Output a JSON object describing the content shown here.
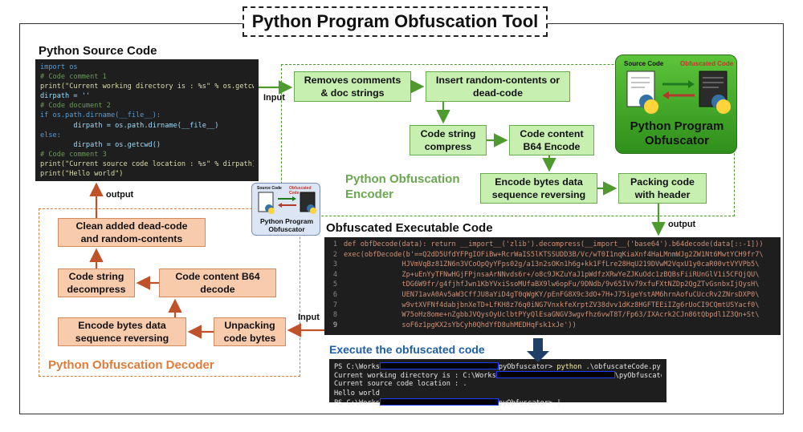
{
  "title": "Python Program Obfuscation Tool",
  "source_heading": "Python Source Code",
  "source_code": [
    "import os",
    "# Code comment 1",
    "print(\"Current working directory is : %s\" % os.getcwd())",
    "dirpath = ''",
    "# Code document 2",
    "if os.path.dirname(__file__):",
    "        dirpath = os.path.dirname(__file__)",
    "else:",
    "        dirpath = os.getcwd()",
    "# Code comment 3",
    "print(\"Current source code location : %s\" % dirpath)",
    "print(\"Hello world\")"
  ],
  "labels": {
    "input_top": "Input",
    "output_left": "output",
    "output_right": "output",
    "input_bottom": "Input"
  },
  "encoder": {
    "label_line1": "Python Obfuscation",
    "label_line2": "Encoder",
    "steps": {
      "remove_comments": [
        "Removes comments",
        "& doc strings"
      ],
      "insert_random": [
        "Insert random-contents or",
        "dead-code"
      ],
      "compress": [
        "Code string",
        "compress"
      ],
      "b64_encode": [
        "Code content",
        "B64 Encode"
      ],
      "reverse": [
        "Encode bytes data",
        "sequence reversing"
      ],
      "packing": [
        "Packing code",
        "with header"
      ]
    }
  },
  "decoder": {
    "label": "Python Obfuscation Decoder",
    "steps": {
      "clean": [
        "Clean added dead-code",
        "and random-contents"
      ],
      "decompress": [
        "Code string",
        "decompress"
      ],
      "b64_decode": [
        "Code content B64",
        "decode"
      ],
      "reverse": [
        "Encode bytes data",
        "sequence reversing"
      ],
      "unpacking": [
        "Unpacking",
        "code bytes"
      ]
    }
  },
  "logo_big": {
    "source_label": "Source Code",
    "obf_label": "Obfuscated Code",
    "title_line1": "Python Program",
    "title_line2": "Obfuscator"
  },
  "logo_small": {
    "source_label": "Source Code",
    "obf_label": "Obfuscated Code",
    "title_line1": "Python Program",
    "title_line2": "Obfuscator"
  },
  "obf_heading": "Obfuscated Executable Code",
  "obf_code": [
    {
      "n": "1",
      "text": "def obfDecode(data): return __import__('zlib').decompress(__import__('base64').b64decode(data[::-1]))"
    },
    {
      "n": "2",
      "text": "exec(obfDecode(b'==Q2dD5UfdYFPgIOFiBw+RcrWaIS5lKTSSUDD3B/Vc/wT0I1nqKiaXnf4HaLMnmWJg2ZW1Nt6MwtYCH9fr7\\"
    },
    {
      "n": "3",
      "text": "              HJVmVqBz81ZN6n3VCoOpQyYFps02g/a13n2sOKn1h6g+kk1FfLre28HqU219DVwM2VqxU1y0caR00vtVYVPb5\\"
    },
    {
      "n": "4",
      "text": "              Zp+uEnYyTFNwHGjFPjnsaArNNvds6r+/o8c9JKZuYaJ1pWdfzXRwYeZJKuOdc1zBQBsFiiRUnGlV1i5CFQjQU\\"
    },
    {
      "n": "5",
      "text": "              tDG6W9fr/g4fjhfJwn1KbYVxiSsoMUfaBX9lw6opFu/9DNdb/9v65IVv79xfuFXtNZDp2QgZTvGsnbxIjQysH\\"
    },
    {
      "n": "6",
      "text": "              UEN71avA0Av5aW3CffJU8aYiD4gT0qWgKY/pEnFG8X9c3dO+7H+J75igeYstAM6hrnAofuCUccRv2ZNrsDXP0\\"
    },
    {
      "n": "7",
      "text": "              w9vtXVFNf4dabjbnXeTD+LfKH8z76q0iNG7VnxkfeXrptZV38dvv1dKz8HGFTEEiIZg6rUoCI9CQmtUSYacf0\\"
    },
    {
      "n": "8",
      "text": "              W75oHz8ome+nZgbbJVQysOyUclbtPYyQlEsaGNGV3wgvfhz6vwT8T/Fp63/IXAcrk2CJn86tQbpdl1Z3Qn+St\\"
    },
    {
      "n": "9",
      "text": "              soF6z1pgKX2sYbCyh0QhdYfD8uhMEDHqFsk1xJe'))"
    }
  ],
  "exec_heading": "Execute the obfuscated code",
  "terminal": {
    "l1_pre": "PS C:\\Works",
    "l1_mid": "pyObfuscator>",
    "l1_cmd": " python",
    "l1_arg": " .\\obfuscateCode.py",
    "l2_pre": "Current working directory is : C:\\Works",
    "l2_post": "\\pyObfuscator",
    "l3": "Current source code location : .",
    "l4": "Hello world",
    "l5_pre": "PS C:\\Works",
    "l5_post": "pyObfuscator> |"
  },
  "colors": {
    "encoder_green": "#6aa84f",
    "decoder_orange": "#e07b39",
    "arrow_brown": "#c0522a",
    "exec_blue": "#1f5fa8"
  }
}
